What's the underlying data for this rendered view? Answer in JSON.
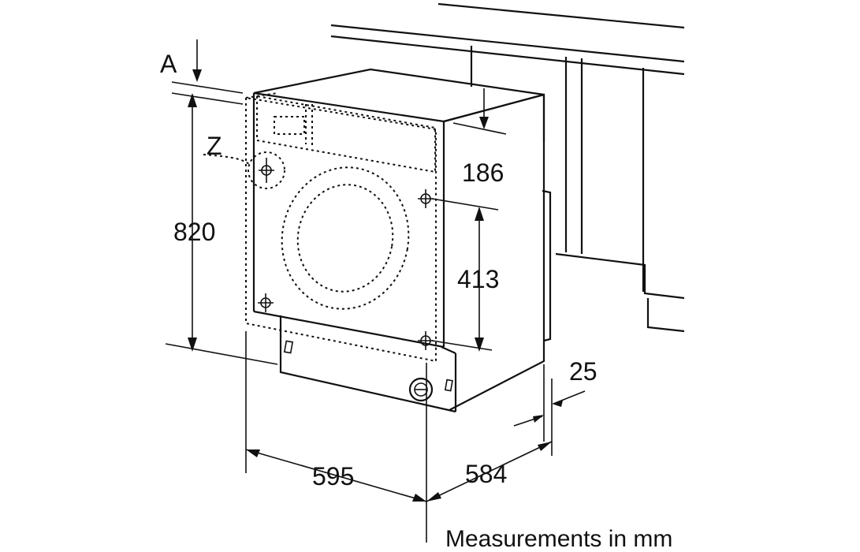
{
  "diagram": {
    "caption": "Measurements in mm",
    "labels": {
      "a": "A",
      "z": "Z",
      "height": "820",
      "panel_height": "186",
      "hole_spacing": "413",
      "width": "595",
      "depth": "584",
      "gap": "25"
    }
  }
}
